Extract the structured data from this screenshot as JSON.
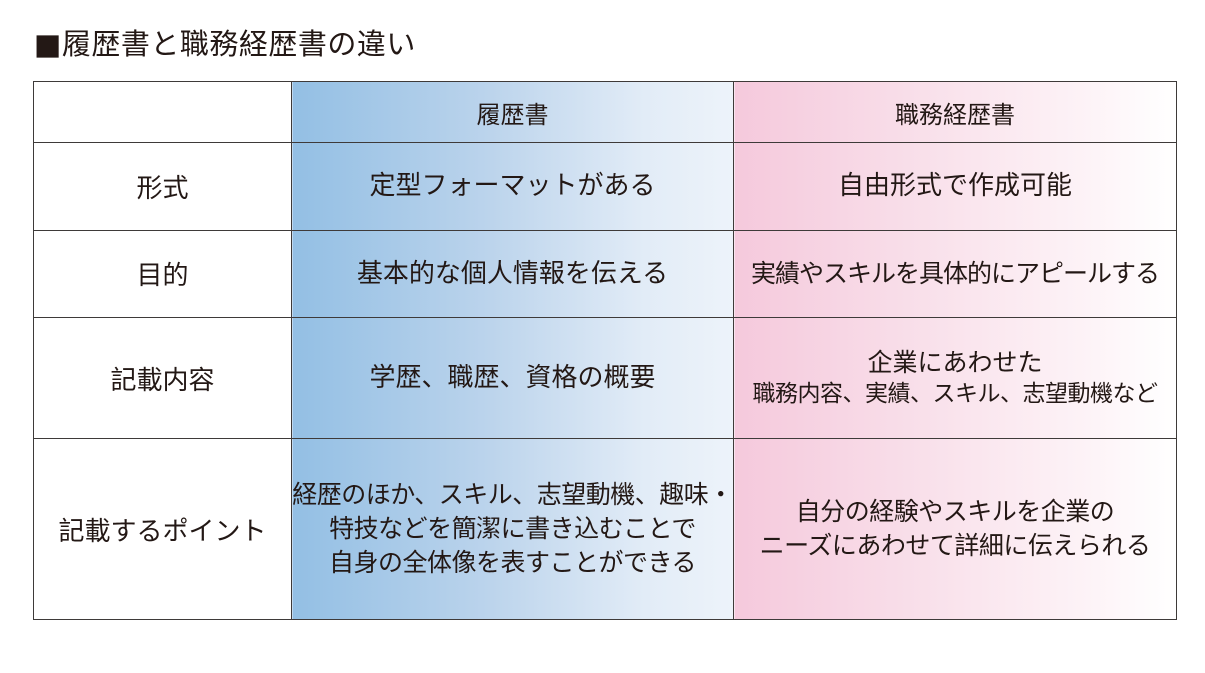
{
  "title": "■履歴書と職務経歴書の違い",
  "table": {
    "header": {
      "corner": "",
      "resume": "履歴書",
      "career": "職務経歴書"
    },
    "rows": [
      {
        "label": "形式",
        "resume": [
          "定型フォーマットがある"
        ],
        "career": [
          "自由形式で作成可能"
        ]
      },
      {
        "label": "目的",
        "resume": [
          "基本的な個人情報を伝える"
        ],
        "career": [
          "実績やスキルを具体的にアピールする"
        ]
      },
      {
        "label": "記載内容",
        "resume": [
          "学歴、職歴、資格の概要"
        ],
        "career": [
          "企業にあわせた",
          "職務内容、実績、スキル、志望動機など"
        ]
      },
      {
        "label": "記載するポイント",
        "resume": [
          "経歴のほか、スキル、志望動機、趣味・",
          "特技などを簡潔に書き込むことで",
          "自身の全体像を表すことができる"
        ],
        "career": [
          "自分の経験やスキルを企業の",
          "ニーズにあわせて詳細に伝えられる"
        ]
      }
    ]
  }
}
